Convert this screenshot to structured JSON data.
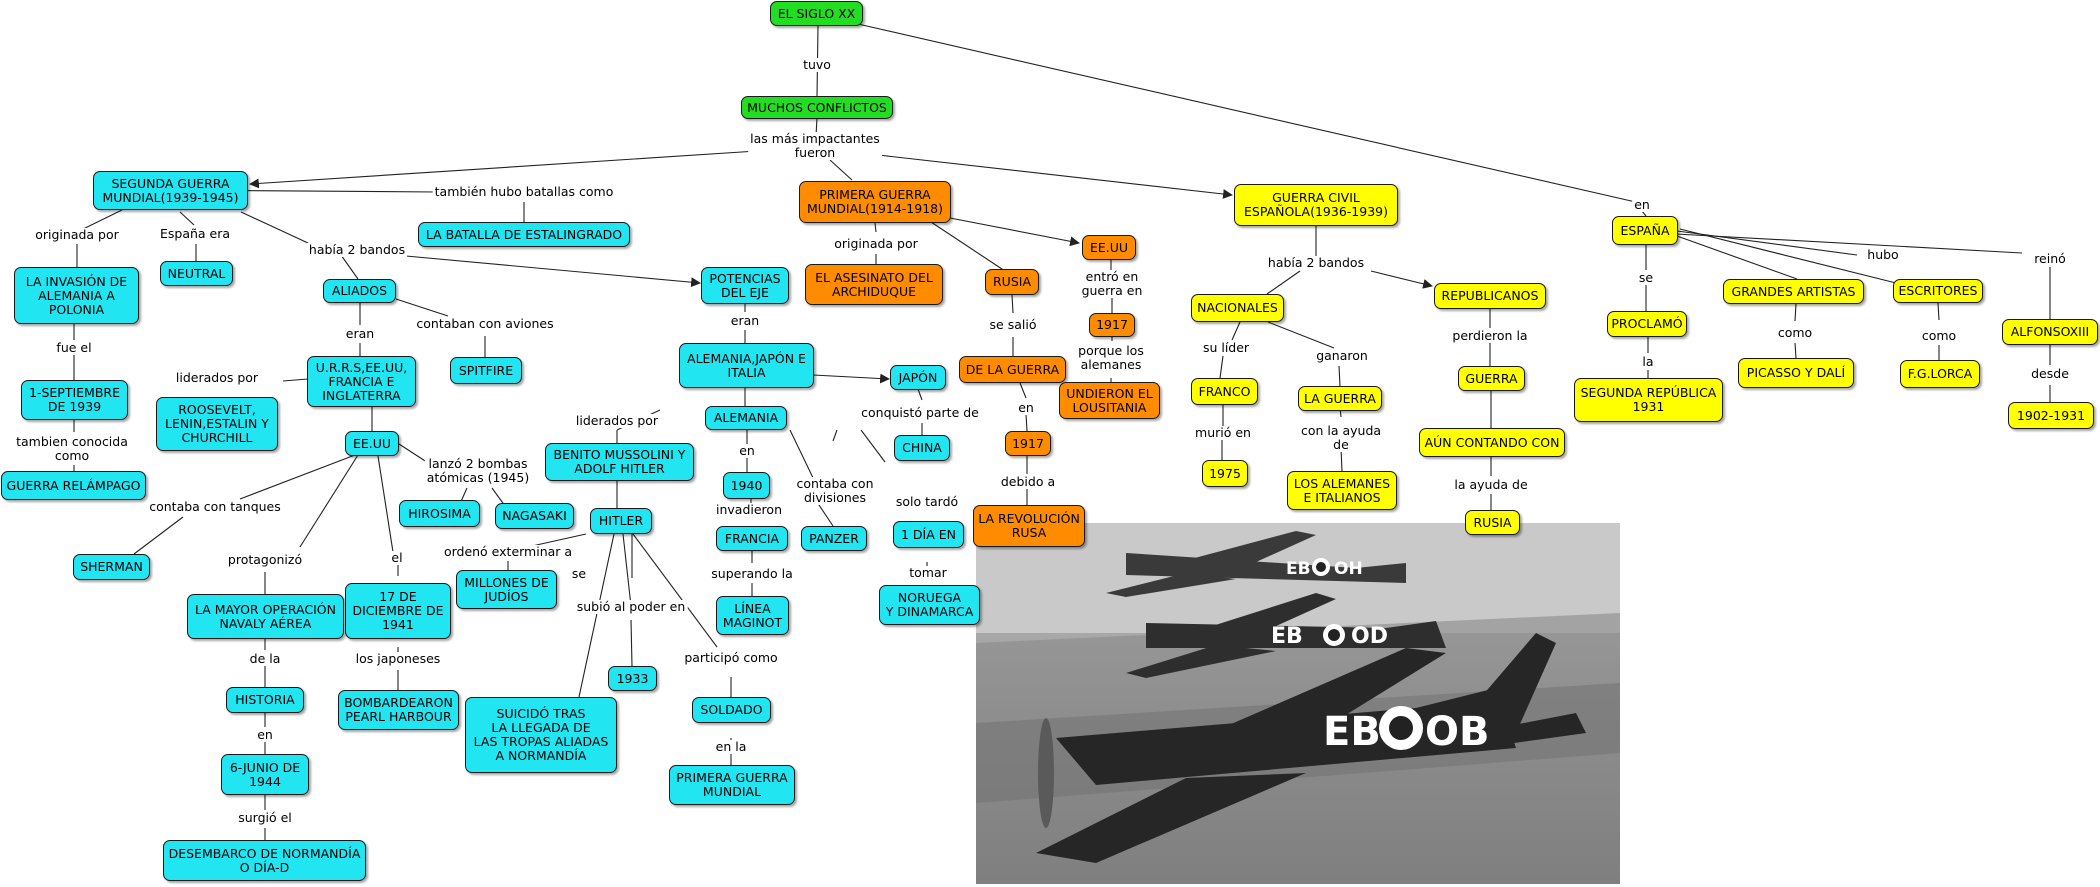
{
  "colors": {
    "green": "#22dd22",
    "cyan": "#22e5f2",
    "orange": "#ff8c00",
    "yellow": "#ffff00",
    "line": "#222222"
  },
  "nodes": {
    "siglo": {
      "text": "EL SIGLO XX",
      "color": "green"
    },
    "conflictos": {
      "text": "MUCHOS CONFLICTOS",
      "color": "green"
    },
    "segunda": {
      "text": "SEGUNDA GUERRA\nMUNDIAL(1939-1945)",
      "color": "cyan"
    },
    "invasion": {
      "text": "LA INVASIÓN DE\nALEMANIA A\nPOLONIA",
      "color": "cyan"
    },
    "sept": {
      "text": "1-SEPTIEMBRE\nDE 1939",
      "color": "cyan"
    },
    "relampago": {
      "text": "GUERRA RELÁMPAGO",
      "color": "cyan"
    },
    "neutral": {
      "text": "NEUTRAL",
      "color": "cyan"
    },
    "estalingrado": {
      "text": "LA BATALLA DE ESTALINGRADO",
      "color": "cyan"
    },
    "aliados": {
      "text": "ALIADOS",
      "color": "cyan"
    },
    "urrs": {
      "text": "U.R.R.S,EE.UU,\nFRANCIA E\nINGLATERRA",
      "color": "cyan"
    },
    "roosevelt": {
      "text": "ROOSEVELT,\nLENIN,ESTALIN Y\nCHURCHILL",
      "color": "cyan"
    },
    "spitfire": {
      "text": "SPITFIRE",
      "color": "cyan"
    },
    "eeuu1": {
      "text": "EE.UU",
      "color": "cyan"
    },
    "hirosima": {
      "text": "HIROSIMA",
      "color": "cyan"
    },
    "nagasaki": {
      "text": "NAGASAKI",
      "color": "cyan"
    },
    "sherman": {
      "text": "SHERMAN",
      "color": "cyan"
    },
    "mayor": {
      "text": "LA MAYOR OPERACIÓN\nNAVALY AÉREA",
      "color": "cyan"
    },
    "historia": {
      "text": "HISTORIA",
      "color": "cyan"
    },
    "junio": {
      "text": "6-JUNIO DE\n1944",
      "color": "cyan"
    },
    "desembarco": {
      "text": "DESEMBARCO DE NORMANDÍA\nO DÍA-D",
      "color": "cyan"
    },
    "dic": {
      "text": "17 DE\nDICIEMBRE DE\n1941",
      "color": "cyan"
    },
    "pearl": {
      "text": "BOMBARDEARON\nPEARL HARBOUR",
      "color": "cyan"
    },
    "potencias": {
      "text": "POTENCIAS\nDEL EJE",
      "color": "cyan"
    },
    "alemaniajapon": {
      "text": "ALEMANIA,JAPÓN E\nITALIA",
      "color": "cyan"
    },
    "benito": {
      "text": "BENITO MUSSOLINI Y\nADOLF HITLER",
      "color": "cyan"
    },
    "hitler": {
      "text": "HITLER",
      "color": "cyan"
    },
    "millones": {
      "text": "MILLONES DE\nJUDÍOS",
      "color": "cyan"
    },
    "suicido": {
      "text": "SUICIDÓ TRAS\nLA LLEGADA DE\nLAS TROPAS ALIADAS\nA NORMANDÍA",
      "color": "cyan"
    },
    "y1933": {
      "text": "1933",
      "color": "cyan"
    },
    "soldado": {
      "text": "SOLDADO",
      "color": "cyan"
    },
    "primeram": {
      "text": "PRIMERA GUERRA\nMUNDIAL",
      "color": "cyan"
    },
    "alemania": {
      "text": "ALEMANIA",
      "color": "cyan"
    },
    "y1940": {
      "text": "1940",
      "color": "cyan"
    },
    "francia": {
      "text": "FRANCIA",
      "color": "cyan"
    },
    "maginot": {
      "text": "LÍNEA\nMAGINOT",
      "color": "cyan"
    },
    "panzer": {
      "text": "PANZER",
      "color": "cyan"
    },
    "undia": {
      "text": "1 DÍA EN",
      "color": "cyan"
    },
    "noruega": {
      "text": "NORUEGA\nY DINAMARCA",
      "color": "cyan"
    },
    "japon": {
      "text": "JAPÓN",
      "color": "cyan"
    },
    "china": {
      "text": "CHINA",
      "color": "cyan"
    },
    "primera": {
      "text": "PRIMERA GUERRA\nMUNDIAL(1914-1918)",
      "color": "orange"
    },
    "archiduque": {
      "text": "EL ASESINATO DEL\nARCHIDUQUE",
      "color": "orange"
    },
    "rusia1": {
      "text": "RUSIA",
      "color": "orange"
    },
    "delaguerra": {
      "text": "DE LA GUERRA",
      "color": "orange"
    },
    "y1917a": {
      "text": "1917",
      "color": "orange"
    },
    "revolucion": {
      "text": "LA REVOLUCIÓN\nRUSA",
      "color": "orange"
    },
    "eeuu2": {
      "text": "EE.UU",
      "color": "orange"
    },
    "y1917b": {
      "text": "1917",
      "color": "orange"
    },
    "lousitania": {
      "text": "UNDIERON EL\nLOUSITANIA",
      "color": "orange"
    },
    "civil": {
      "text": "GUERRA CIVIL\nESPAÑOLA(1936-1939)",
      "color": "yellow"
    },
    "nacionales": {
      "text": "NACIONALES",
      "color": "yellow"
    },
    "franco": {
      "text": "FRANCO",
      "color": "yellow"
    },
    "y1975": {
      "text": "1975",
      "color": "yellow"
    },
    "laguerra": {
      "text": "LA GUERRA",
      "color": "yellow"
    },
    "alemanes": {
      "text": "LOS ALEMANES\nE ITALIANOS",
      "color": "yellow"
    },
    "republicanos": {
      "text": "REPUBLICANOS",
      "color": "yellow"
    },
    "guerra2": {
      "text": "GUERRA",
      "color": "yellow"
    },
    "aun": {
      "text": "AÚN CONTANDO CON",
      "color": "yellow"
    },
    "rusia2": {
      "text": "RUSIA",
      "color": "yellow"
    },
    "espana": {
      "text": "ESPAÑA",
      "color": "yellow"
    },
    "proclamo": {
      "text": "PROCLAMÓ",
      "color": "yellow"
    },
    "segrep": {
      "text": "SEGUNDA REPÚBLICA\n1931",
      "color": "yellow"
    },
    "artistas": {
      "text": "GRANDES ARTISTAS",
      "color": "yellow"
    },
    "picasso": {
      "text": "PICASSO Y DALÍ",
      "color": "yellow"
    },
    "escritores": {
      "text": "ESCRITORES",
      "color": "yellow"
    },
    "lorca": {
      "text": "F.G.LORCA",
      "color": "yellow"
    },
    "alfonso": {
      "text": "ALFONSOXIII",
      "color": "yellow"
    },
    "y1902": {
      "text": "1902-1931",
      "color": "yellow"
    }
  },
  "labels": {
    "tuvo": "tuvo",
    "impactantes": "las más impactantes\nfueron",
    "batallas": "también hubo batallas como",
    "originada1": "originada por",
    "espanaera": "España era",
    "bandos1": "había 2 bandos",
    "fueel": "fue el",
    "conocida": "tambien conocida\ncomo",
    "eran1": "eran",
    "aviones": "contaban con aviones",
    "liderados1": "liderados por",
    "bombas": "lanzó 2 bombas\natómicas (1945)",
    "tanques": "contaba con tanques",
    "protagonizo": "protagonizó",
    "el": "el",
    "delala": "de la",
    "en1": "en",
    "surgio": "surgió el",
    "japoneses": "los japoneses",
    "eran2": "eran",
    "liderados2": "liderados por",
    "ordeno": "ordenó exterminar a",
    "se1": "se",
    "subio": "subió al poder en",
    "participo": "participó como",
    "enla": "en la",
    "en2": "en",
    "invadieron": "invadieron",
    "superando": "superando la",
    "divisiones": "contaba con\ndivisiones",
    "solotardo": "solo tardó",
    "tomar": "tomar",
    "conquisto": "conquistó parte de",
    "originada2": "originada por",
    "sesalio": "se salió",
    "en3": "en",
    "debido": "debido a",
    "entro": "entró en\nguerra en",
    "porque": "porque los\nalemanes",
    "bandos2": "había 2 bandos",
    "lider": "su líder",
    "murio": "murió en",
    "ganaron": "ganaron",
    "ayuda1": "con la ayuda\nde",
    "perdieron": "perdieron la",
    "ayuda2": "la ayuda de",
    "en4": "en",
    "se2": "se",
    "la": "la",
    "hubo": "hubo",
    "como1": "como",
    "como2": "como",
    "reino": "reinó",
    "desde": "desde"
  },
  "photo": {
    "roundels": [
      "EB",
      "OB",
      "EB",
      "OD",
      "EB",
      "OH"
    ]
  }
}
